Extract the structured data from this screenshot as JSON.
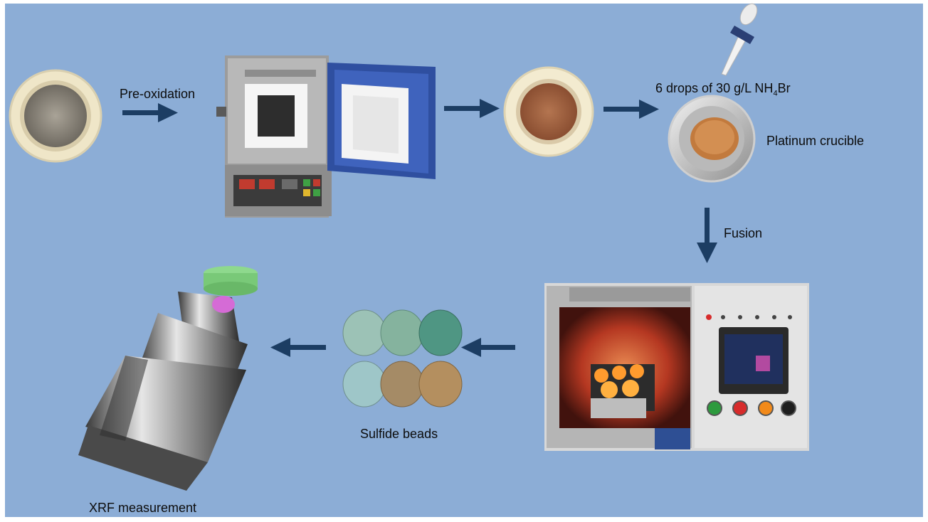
{
  "diagram": {
    "background_color": "#8cadd6",
    "arrow_color": "#1c3d63",
    "labels": {
      "pre_oxidation": "Pre-oxidation",
      "drops_prefix": "6 drops of 30 g/L NH",
      "drops_subscript": "4",
      "drops_suffix": "Br",
      "platinum_crucible": "Platinum crucible",
      "fusion": "Fusion",
      "sulfide_beads": "Sulfide beads",
      "xrf_measurement": "XRF measurement"
    },
    "steps": [
      {
        "name": "raw-sample-crucible"
      },
      {
        "name": "muffle-furnace"
      },
      {
        "name": "oxidized-sample-crucible"
      },
      {
        "name": "platinum-crucible"
      },
      {
        "name": "fusion-machine"
      },
      {
        "name": "sulfide-beads"
      },
      {
        "name": "xrf-instrument"
      }
    ]
  }
}
